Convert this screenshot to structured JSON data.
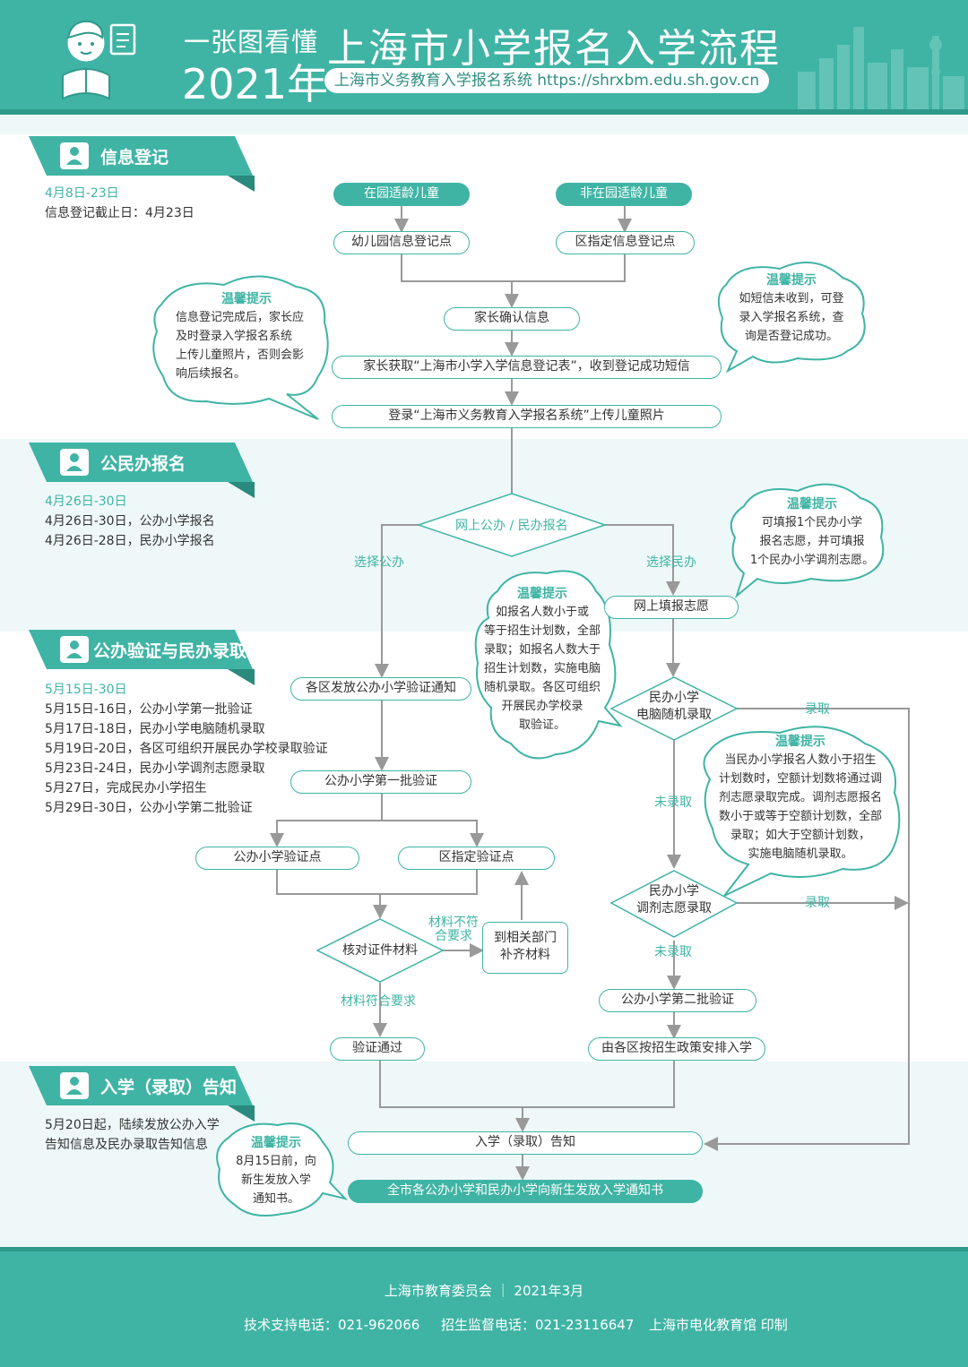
{
  "header": {
    "kicker": "一张图看懂",
    "year": "2021年",
    "title": "上海市小学报名入学流程",
    "url_label": "上海市义务教育入学报名系统 https://shrxbm.edu.sh.gov.cn",
    "colors": {
      "primary": "#3fb4a4",
      "dark": "#2f9a8c",
      "band": "#eef8f8"
    }
  },
  "sections": [
    {
      "title": "信息登记",
      "icon": "person-icon",
      "date": "4月8日-23日",
      "lines": [
        "信息登记截止日：4月23日"
      ]
    },
    {
      "title": "公民办报名",
      "icon": "person-icon",
      "date": "4月26日-30日",
      "lines": [
        "4月26日-30日，公办小学报名",
        "4月26日-28日，民办小学报名"
      ]
    },
    {
      "title": "公办验证与民办录取",
      "icon": "person-icon",
      "date": "5月15日-30日",
      "lines": [
        "5月15日-16日，公办小学第一批验证",
        "5月17日-18日，民办小学电脑随机录取",
        "5月19日-20日，各区可组织开展民办学校录取验证",
        "5月23日-24日，民办小学调剂志愿录取",
        "5月27日，完成民办小学招生",
        "5月29日-30日，公办小学第二批验证"
      ]
    },
    {
      "title": "入学（录取）告知",
      "icon": "person-icon",
      "date": "",
      "lines": [
        "5月20日起，陆续发放公办入学",
        "告知信息及民办录取告知信息"
      ]
    }
  ],
  "flow": {
    "in_kindergarten": "在园适龄儿童",
    "not_in_kindergarten": "非在园适龄儿童",
    "kindergarten_point": "幼儿园信息登记点",
    "district_point": "区指定信息登记点",
    "confirm": "家长确认信息",
    "get_form": "家长获取“上海市小学入学信息登记表”，收到登记成功短信",
    "login": "登录“上海市义务教育入学报名系统”上传儿童照片",
    "online_choice": "网上公办 / 民办报名",
    "choose_public": "选择公办",
    "choose_private": "选择民办",
    "fill_wish": "网上填报志愿",
    "notice": "各区发放公办小学验证通知",
    "private_random_1": "民办小学",
    "private_random_2": "电脑随机录取",
    "admitted_1": "录取",
    "not_admitted_1": "未录取",
    "first_verify": "公办小学第一批验证",
    "verify_point": "公办小学验证点",
    "district_verify": "区指定验证点",
    "check_docs": "核对证件材料",
    "not_ok_1": "材料不符",
    "not_ok_2": "合要求",
    "supplement_1": "到相关部门",
    "supplement_2": "补齐材料",
    "ok": "材料符合要求",
    "passed": "验证通过",
    "adjust_1": "民办小学",
    "adjust_2": "调剂志愿录取",
    "admitted_2": "录取",
    "not_admitted_2": "未录取",
    "second_verify": "公办小学第二批验证",
    "arrange": "由各区按招生政策安排入学",
    "notify": "入学（录取）告知",
    "send_notice": "全市各公办小学和民办小学向新生发放入学通知书"
  },
  "tips": [
    {
      "title": "温馨提示",
      "lines": [
        "信息登记完成后，家长应",
        "及时登录入学报名系统",
        "上传儿童照片，否则会影",
        "响后续报名。"
      ]
    },
    {
      "title": "温馨提示",
      "lines": [
        "如短信未收到，可登",
        "录入学报名系统，查",
        "询是否登记成功。"
      ]
    },
    {
      "title": "温馨提示",
      "lines": [
        "可填报1个民办小学",
        "报名志愿，并可填报",
        "1个民办小学调剂志愿。"
      ]
    },
    {
      "title": "温馨提示",
      "lines": [
        "如报名人数小于或",
        "等于招生计划数，全部",
        "录取；如报名人数大于",
        "招生计划数，实施电脑",
        "随机录取。各区可组织",
        "开展民办学校录",
        "取验证。"
      ]
    },
    {
      "title": "温馨提示",
      "lines": [
        "当民办小学报名人数小于招生",
        "计划数时，空额计划数将通过调",
        "剂志愿录取完成。调剂志愿报名",
        "数小于或等于空额计划数，全部",
        "录取；如大于空额计划数，",
        "实施电脑随机录取。"
      ]
    },
    {
      "title": "温馨提示",
      "lines": [
        "8月15日前，向",
        "新生发放入学",
        "通知书。"
      ]
    }
  ],
  "footer": {
    "org": "上海市教育委员会 ｜ 2021年3月",
    "tech": "技术支持电话：021-962066",
    "supervise": "招生监督电话：021-23116647",
    "print": "上海市电化教育馆 印制"
  }
}
